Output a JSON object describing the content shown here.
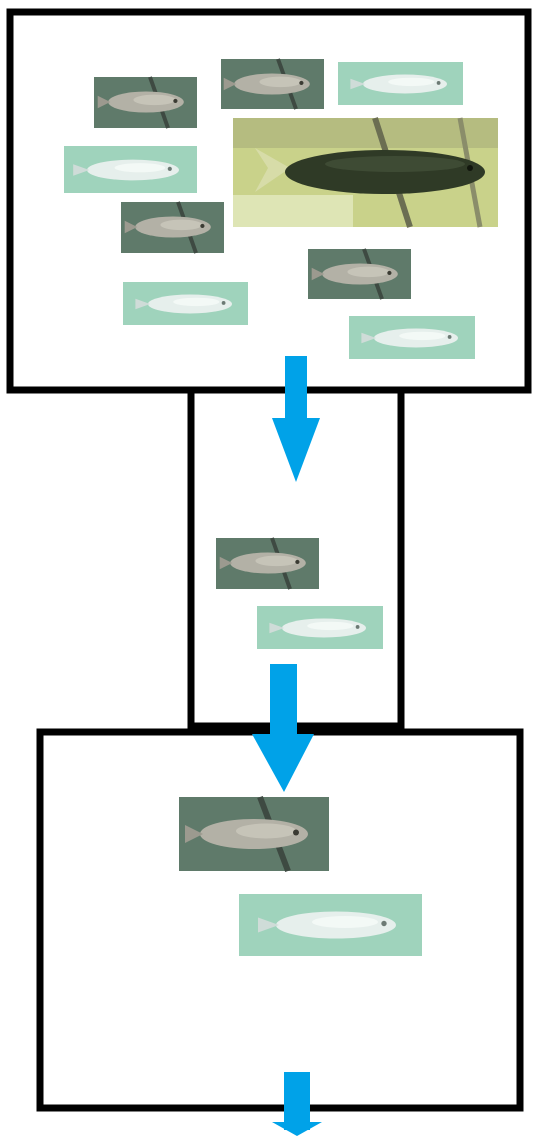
{
  "diagram": {
    "stages": [
      {
        "id": "stage-1",
        "fish": [
          "dark",
          "dark",
          "light",
          "light",
          "large-dark",
          "dark",
          "dark",
          "light",
          "light"
        ]
      },
      {
        "id": "stage-2",
        "fish": [
          "dark",
          "light"
        ]
      },
      {
        "id": "stage-3",
        "fish": [
          "dark",
          "light"
        ]
      }
    ],
    "colors": {
      "box_stroke": "#000000",
      "arrow": "#00a2e8",
      "dark_bg": "#5f7a6a",
      "light_bg": "#9fd3bc",
      "large_bg": "#c9d28a",
      "fish_dark_body": "#a9a8a0",
      "fish_light_body": "#d8e6e2",
      "large_fish_body": "#2f3a26"
    },
    "icons": [
      "fish-thumbnail",
      "down-arrow-icon"
    ]
  }
}
